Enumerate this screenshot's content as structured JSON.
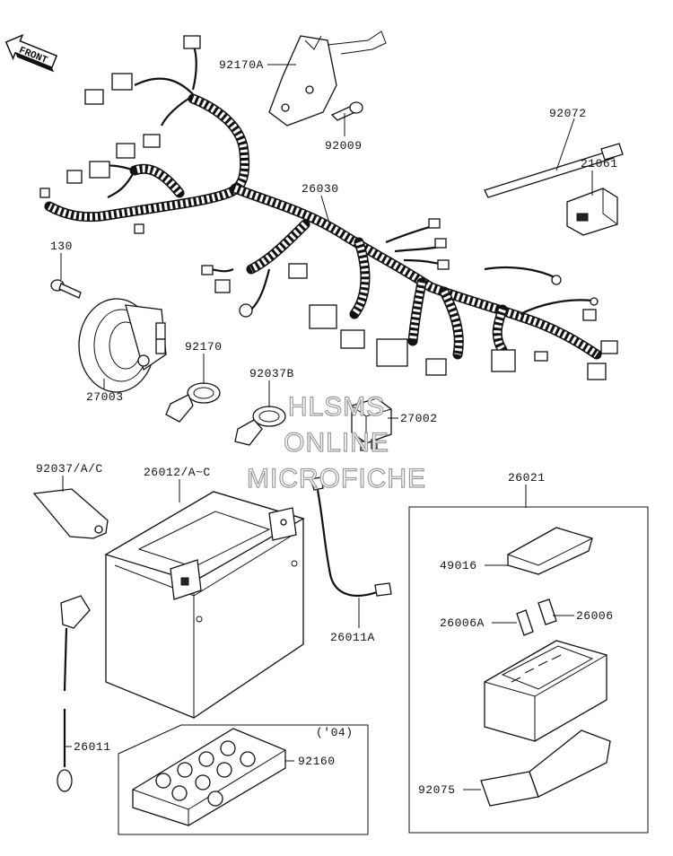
{
  "front_badge": {
    "text": "FRONT"
  },
  "parts": [
    {
      "id": "p92170A",
      "number": "92170A"
    },
    {
      "id": "p92009",
      "number": "92009"
    },
    {
      "id": "p92072",
      "number": "92072"
    },
    {
      "id": "p21061",
      "number": "21061"
    },
    {
      "id": "p26030",
      "number": "26030"
    },
    {
      "id": "p130",
      "number": "130"
    },
    {
      "id": "p92170",
      "number": "92170"
    },
    {
      "id": "p92037B",
      "number": "92037B"
    },
    {
      "id": "p27002",
      "number": "27002"
    },
    {
      "id": "p27003",
      "number": "27003"
    },
    {
      "id": "p92037AC",
      "number": "92037/A/C"
    },
    {
      "id": "p26012AC",
      "number": "26012/A~C"
    },
    {
      "id": "p26021",
      "number": "26021"
    },
    {
      "id": "p49016",
      "number": "49016"
    },
    {
      "id": "p26006A",
      "number": "26006A"
    },
    {
      "id": "p26006",
      "number": "26006"
    },
    {
      "id": "p26011A",
      "number": "26011A"
    },
    {
      "id": "p26011",
      "number": "26011"
    },
    {
      "id": "p92160",
      "number": "92160"
    },
    {
      "id": "p92075",
      "number": "92075"
    }
  ],
  "year_note": "('04)",
  "watermark": [
    "HLSMS",
    "ONLINE",
    "MICROFICHE"
  ]
}
